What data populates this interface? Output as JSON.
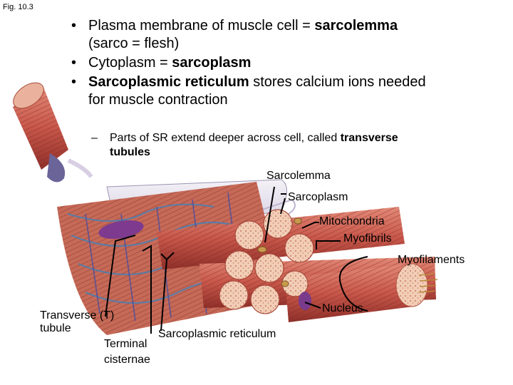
{
  "figure_label": "Fig. 10.3",
  "bullets": [
    {
      "pre": "Plasma membrane of muscle cell = ",
      "bold": "sarcolemma",
      "post": "",
      "line2": "(sarco = flesh)"
    },
    {
      "pre": "Cytoplasm = ",
      "bold": "sarcoplasm",
      "post": "",
      "line2": ""
    },
    {
      "pre": "",
      "bold": "Sarcoplasmic reticulum",
      "post": " stores calcium ions needed",
      "line2": "for muscle contraction"
    }
  ],
  "sub_bullet": {
    "pre": "Parts of SR extend deeper across cell, called ",
    "bold": "transverse",
    "line2": "tubules"
  },
  "labels": {
    "sarcolemma": "Sarcolemma",
    "sarcoplasm": "Sarcoplasm",
    "mitochondria": "Mitochondria",
    "myofibrils": "Myofibrils",
    "myofilaments": "Myofilaments",
    "nucleus": "Nucleus",
    "t_tubule_line1": "Transverse (T)",
    "t_tubule_line2": "tubule",
    "terminal_line1": "Terminal",
    "terminal_line2": "cisternae",
    "sr": "Sarcoplasmic reticulum"
  },
  "colors": {
    "muscle": "#c8574a",
    "myofibril_end": "#f2cdb6",
    "membrane": "#e9e4ef",
    "tubule": "#5c5fa8",
    "sr_network": "#4a7fb0",
    "nucleus": "#7a3b8c"
  }
}
